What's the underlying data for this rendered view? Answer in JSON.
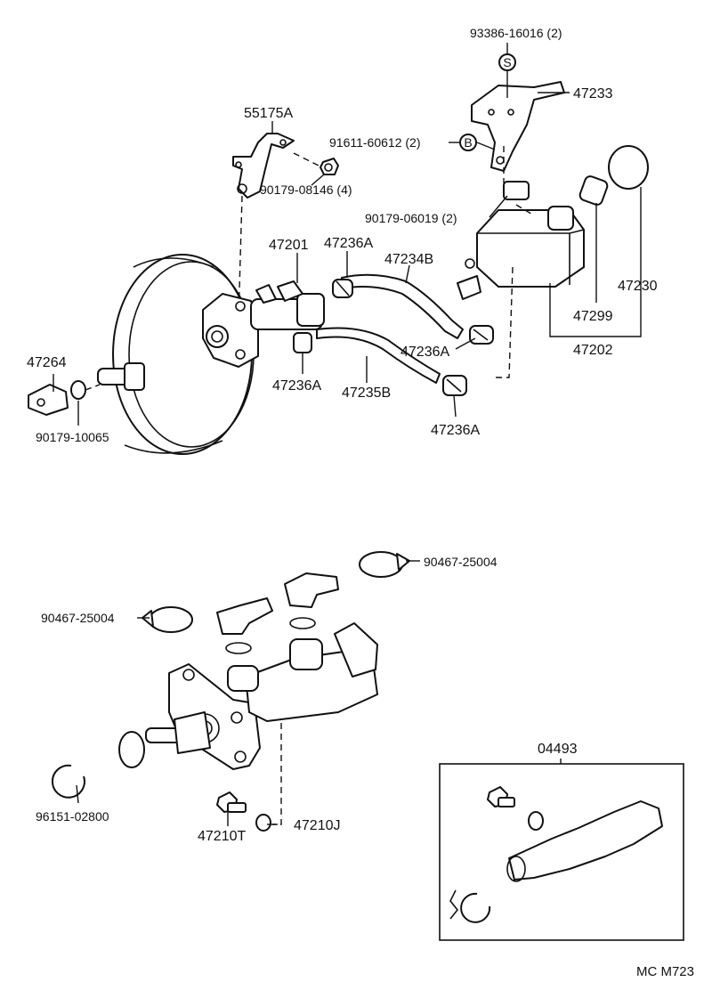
{
  "labels": {
    "p93386": "93386-16016 (2)",
    "p47233": "47233",
    "p55175a": "55175A",
    "p91611": "91611-60612 (2)",
    "p90179_08146": "90179-08146 (4)",
    "p90179_06019": "90179-06019 (2)",
    "p47201": "47201",
    "p47236a_top": "47236A",
    "p47234b": "47234B",
    "p47230": "47230",
    "p47299": "47299",
    "p47202": "47202",
    "p47236a_mid": "47236A",
    "p47264": "47264",
    "p47236a_left": "47236A",
    "p47235b": "47235B",
    "p47236a_bottom": "47236A",
    "p90179_10065": "90179-10065",
    "p90467_right": "90467-25004",
    "p90467_left": "90467-25004",
    "p04493": "04493",
    "p96151": "96151-02800",
    "p47210t": "47210T",
    "p47210j": "47210J"
  },
  "callouts": {
    "s_marker": "S",
    "b_marker": "B"
  },
  "footer": {
    "code": "MC M723"
  },
  "icons": {
    "s_marker": "circle-letter-icon",
    "b_marker": "circle-letter-icon"
  }
}
